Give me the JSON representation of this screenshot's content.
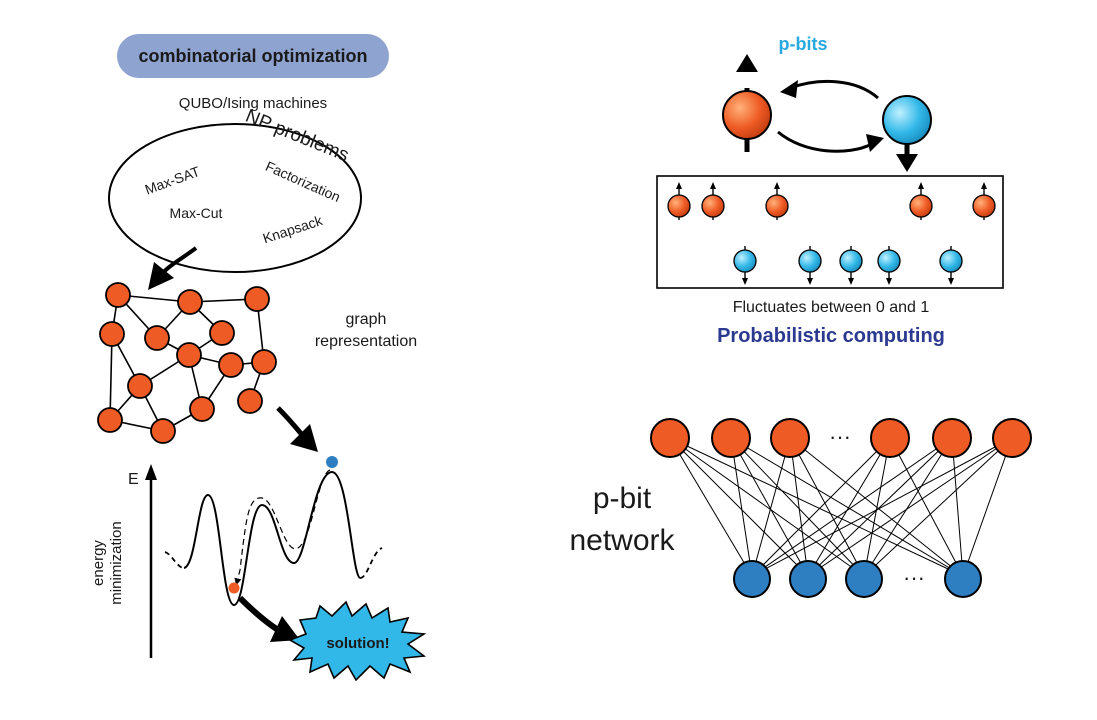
{
  "left": {
    "badge": "combinatorial optimization",
    "machines": "QUBO/Ising machines",
    "np_title": "NP problems",
    "problems": [
      "Max-SAT",
      "Factorization",
      "Max-Cut",
      "Knapsack"
    ],
    "graph_label_1": "graph",
    "graph_label_2": "representation",
    "energy_axis": "E",
    "energy_label_1": "energy",
    "energy_label_2": "minimization",
    "solution": "solution!"
  },
  "right": {
    "pbits_title": "p-bits",
    "fluctuates": "Fluctuates between 0 and 1",
    "prob_computing": "Probabilistic computing",
    "network_label_1": "p-bit",
    "network_label_2": "network",
    "ellipsis": "···"
  },
  "colors": {
    "orange": "#ef5b25",
    "blue": "#2e7fc1",
    "light_blue": "#32b8e8",
    "badge": "#8fa3d1",
    "title_blue": "#29a9e1",
    "dark_blue": "#2b3990"
  }
}
